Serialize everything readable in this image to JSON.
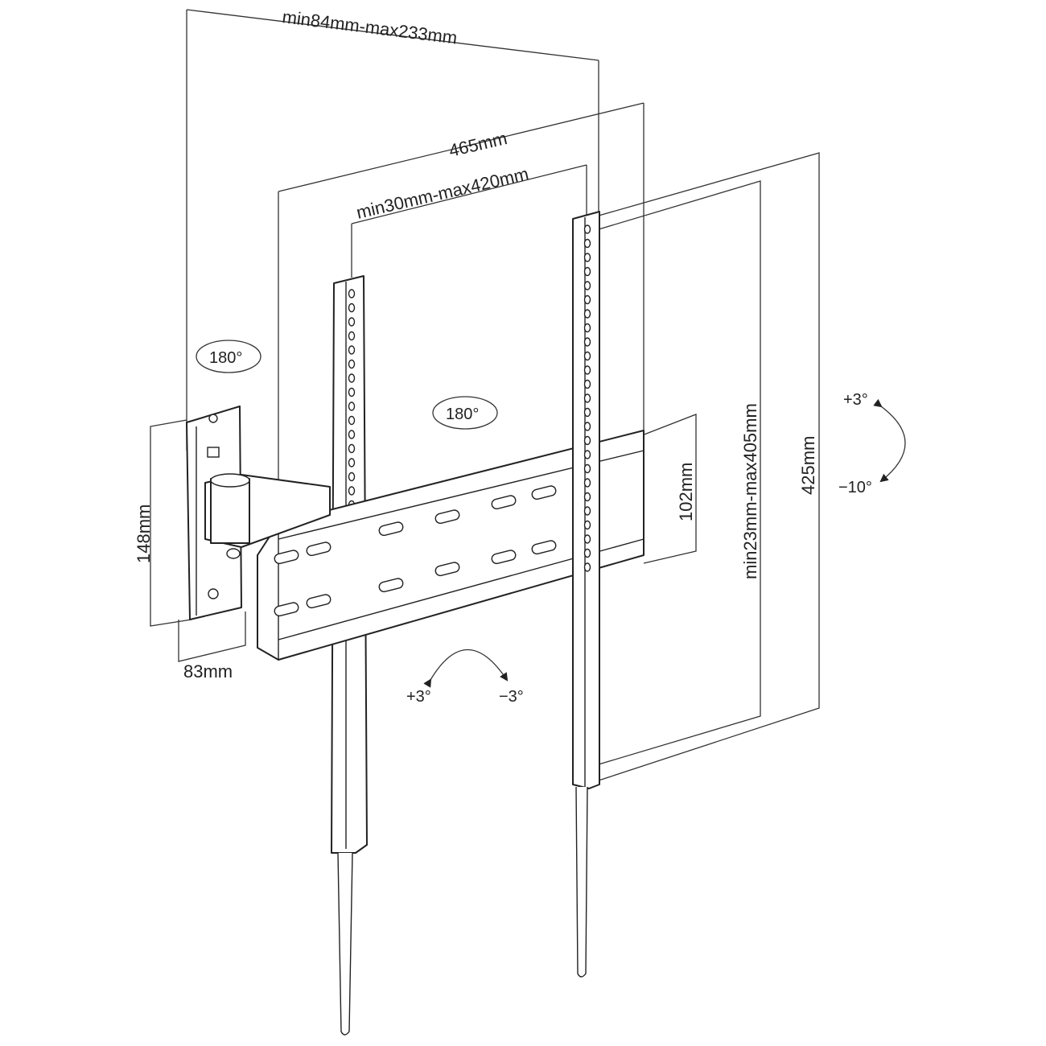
{
  "dimensions": {
    "depth_range": "min84mm-max233mm",
    "total_width": "465mm",
    "vesa_horizontal": "min30mm-max420mm",
    "wall_plate_height": "148mm",
    "wall_plate_width": "83mm",
    "rail_height": "102mm",
    "vesa_vertical": "min23mm-max405mm",
    "total_height": "425mm"
  },
  "angles": {
    "swivel_wall": "180°",
    "swivel_arm": "180°",
    "tilt_up": "+3°",
    "tilt_down": "−10°",
    "level_plus": "+3°",
    "level_minus": "−3°"
  }
}
